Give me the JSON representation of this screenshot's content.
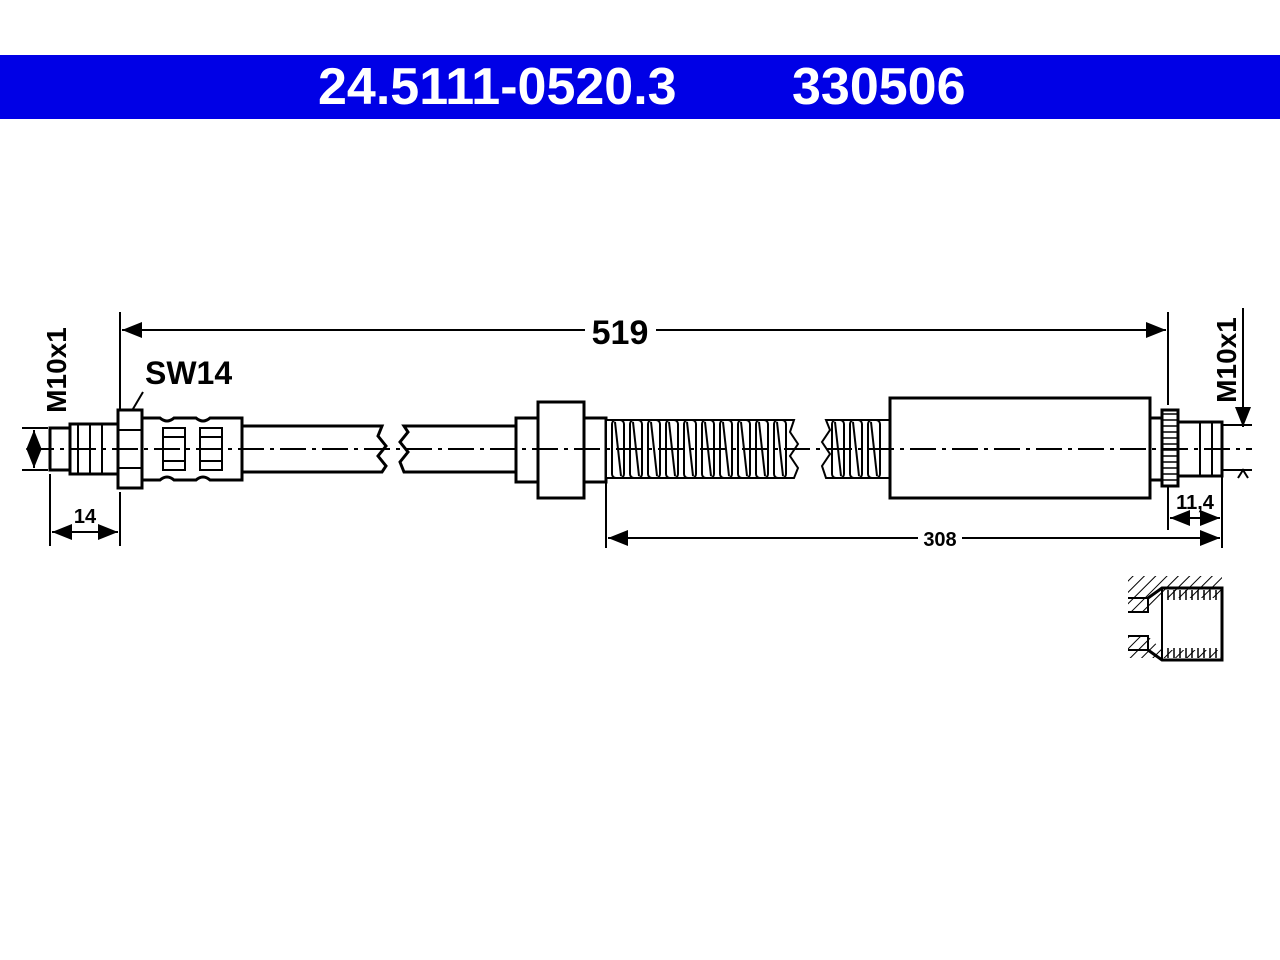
{
  "header": {
    "part_number": "24.5111-0520.3",
    "ref_number": "330506",
    "background": "#0000e6"
  },
  "dimensions": {
    "overall_length": "519",
    "spring_length": "308",
    "left_thread": "M10x1",
    "right_thread": "M10x1",
    "wrench_size": "SW14",
    "left_fitting_length": "14",
    "right_fitting_length": "11,4"
  }
}
